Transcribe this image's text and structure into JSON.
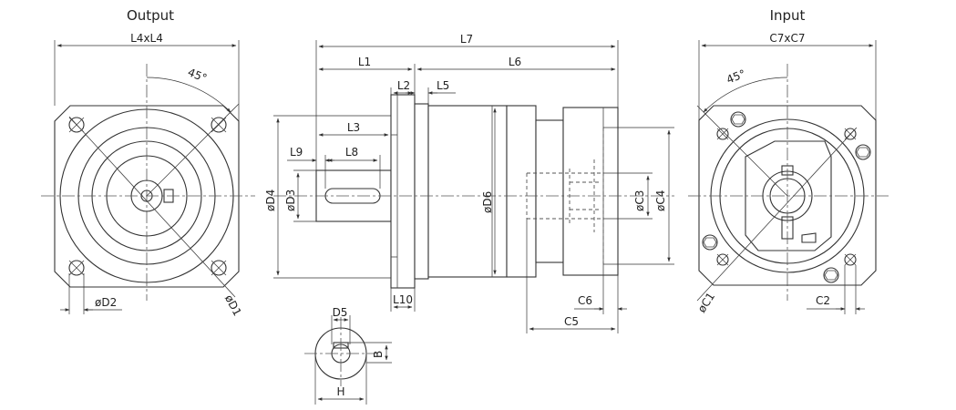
{
  "titles": {
    "output": "Output",
    "input": "Input"
  },
  "labels": {
    "L4xL4": "L4xL4",
    "C7xC7": "C7xC7",
    "angle_out": "45°",
    "angle_in": "45°",
    "D1": "øD1",
    "D2": "øD2",
    "L7": "L7",
    "L1": "L1",
    "L6": "L6",
    "L2": "L2",
    "L5": "L5",
    "L3": "L3",
    "L9": "L9",
    "L8": "L8",
    "L10": "L10",
    "D4": "øD4",
    "D3": "øD3",
    "D6": "øD6",
    "C3": "øC3",
    "C4": "øC4",
    "C6": "C6",
    "C5": "C5",
    "C1": "øC1",
    "C2": "C2",
    "D5": "D5",
    "B": "B",
    "H": "H"
  }
}
